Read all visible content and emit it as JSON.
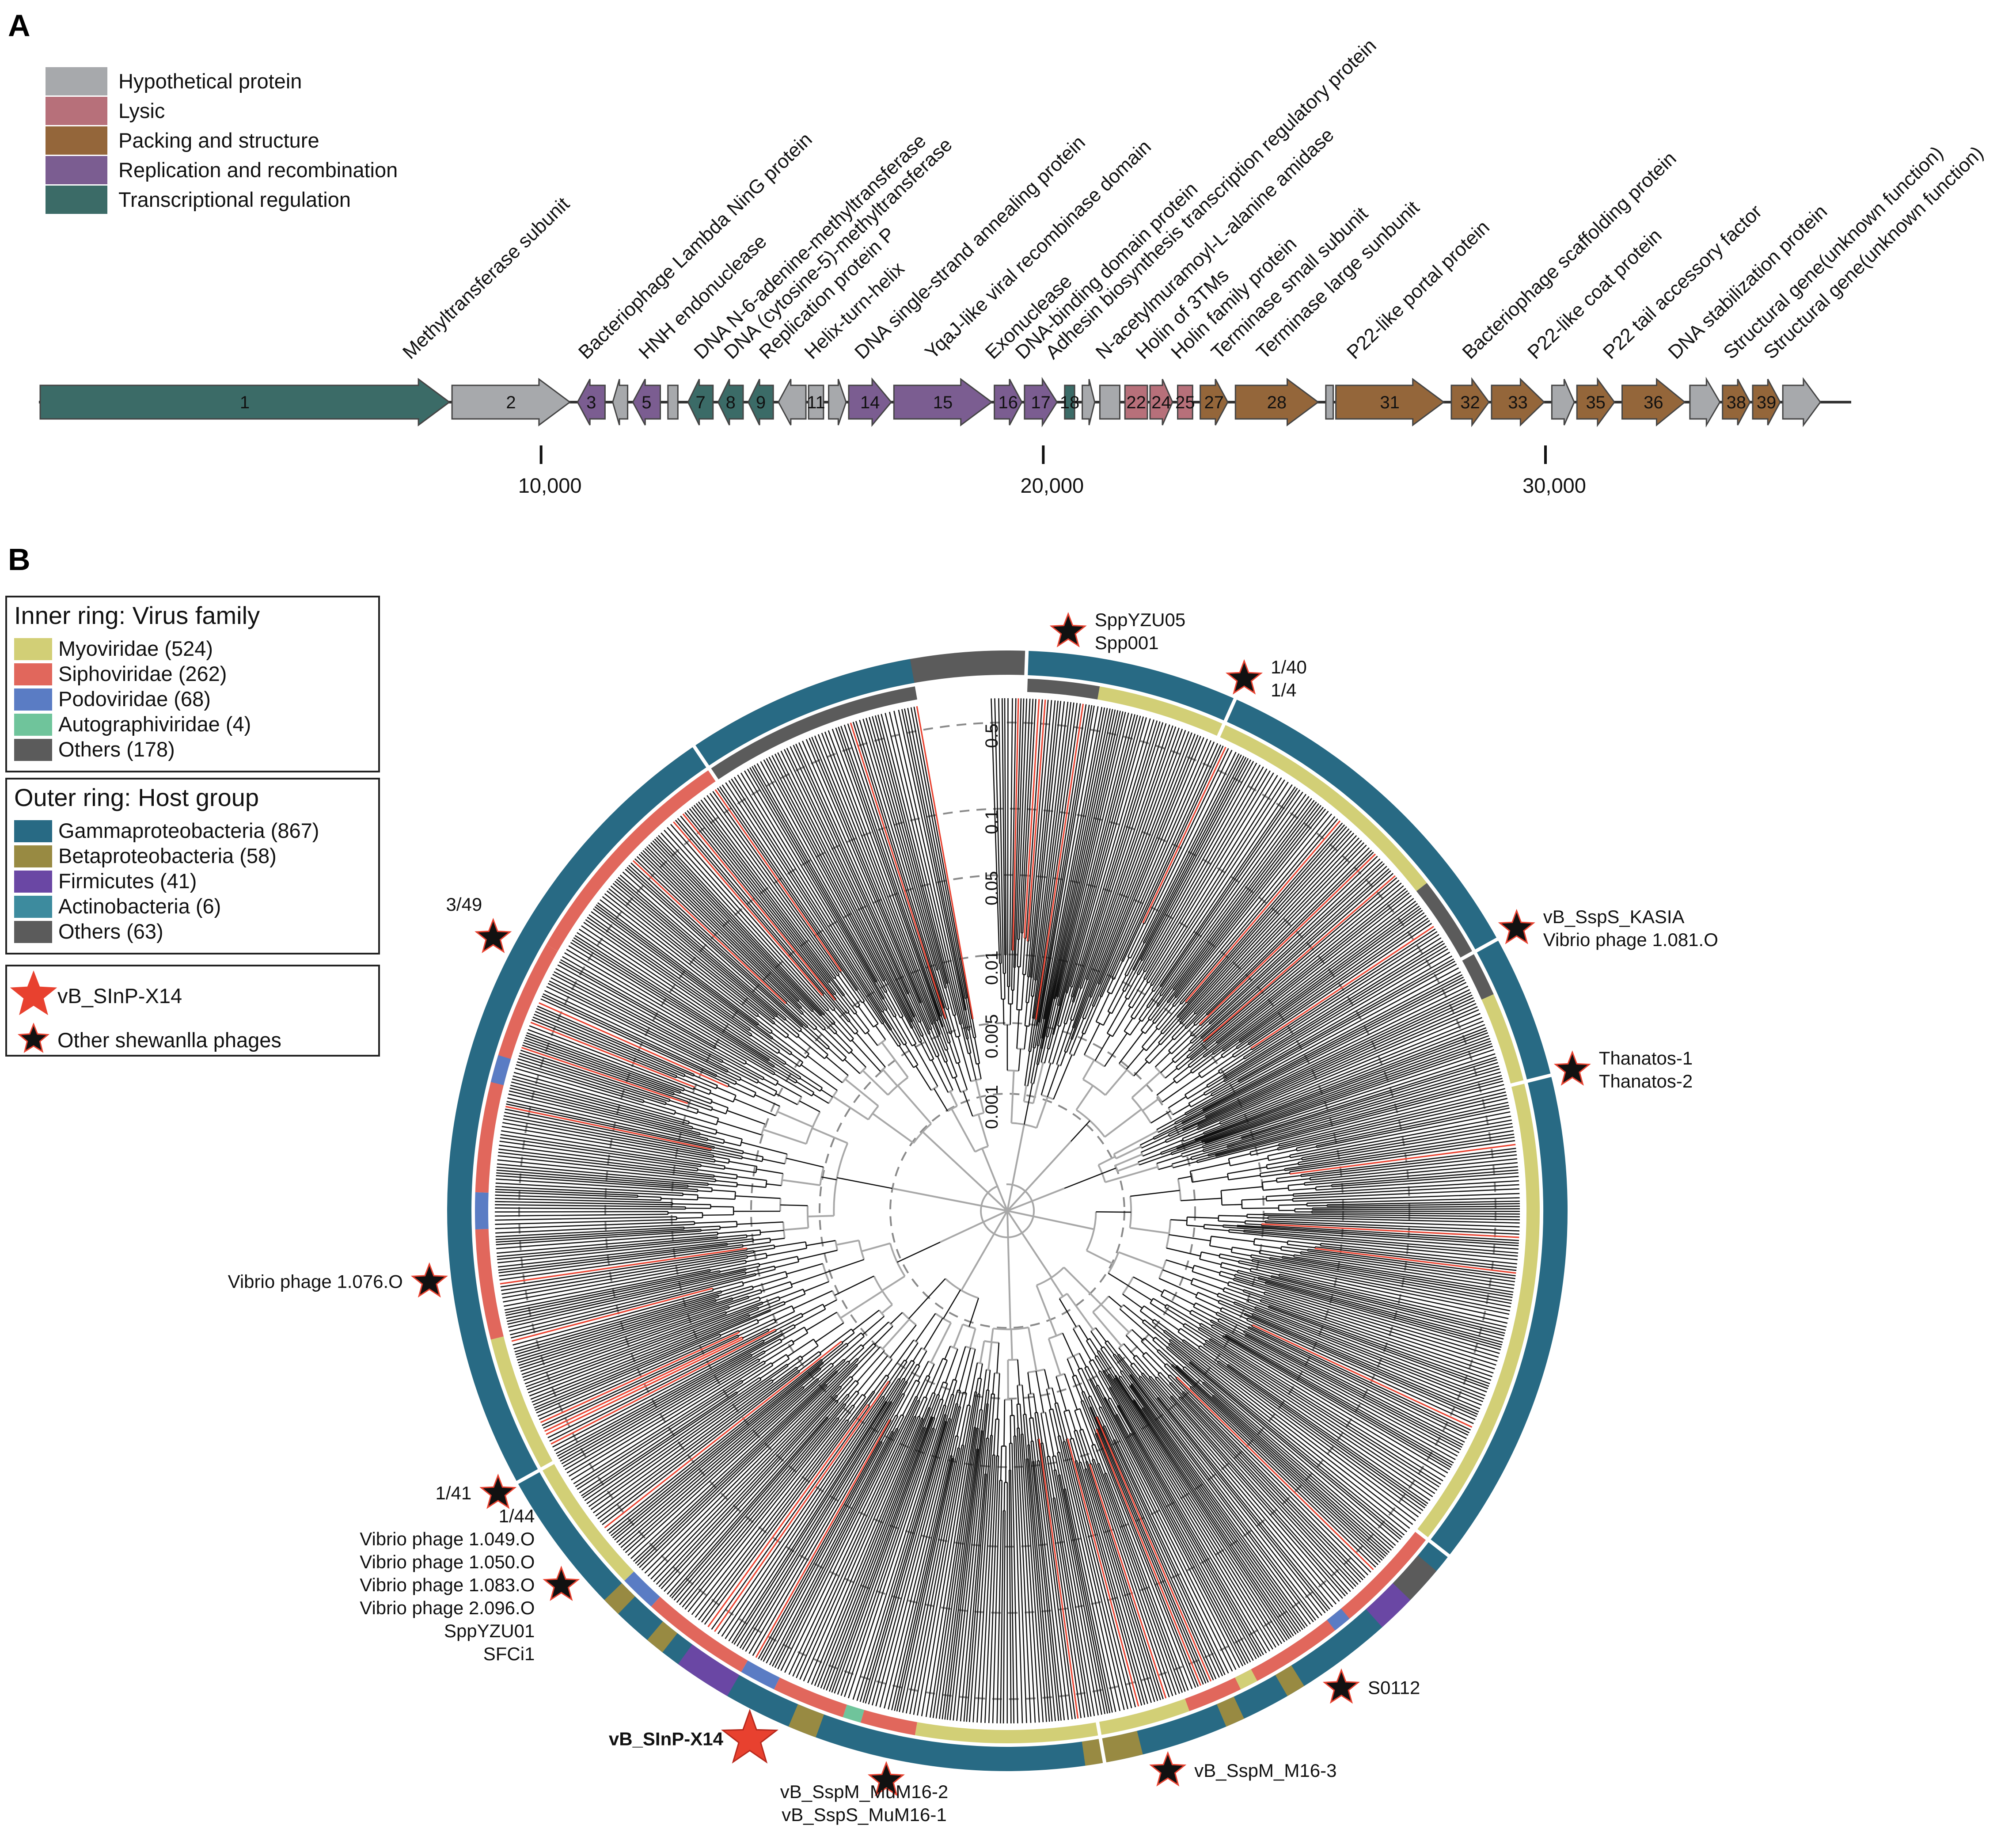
{
  "panel_a": {
    "label": "A",
    "legend": [
      {
        "label": "Hypothetical protein",
        "color": "#a7a9ac"
      },
      {
        "label": "Lysic",
        "color": "#b7707a"
      },
      {
        "label": "Packing and structure",
        "color": "#94663a"
      },
      {
        "label": "Replication and recombination",
        "color": "#7b5d91"
      },
      {
        "label": "Transcriptional regulation",
        "color": "#3b6b67"
      }
    ],
    "genome_start": 0,
    "genome_end": 36000,
    "ticks": [
      {
        "value": 10000,
        "label": "10,000"
      },
      {
        "value": 20000,
        "label": "20,000"
      },
      {
        "value": 30000,
        "label": "30,000"
      }
    ],
    "genes": [
      {
        "num": "1",
        "start": 0,
        "end": 8200,
        "strand": "+",
        "type": "transcriptional"
      },
      {
        "num": "2",
        "start": 8200,
        "end": 10600,
        "strand": "+",
        "type": "hypothetical"
      },
      {
        "num": "3",
        "start": 10700,
        "end": 11300,
        "strand": "-",
        "type": "replication"
      },
      {
        "num": "",
        "start": 11400,
        "end": 11750,
        "strand": "-",
        "type": "hypothetical"
      },
      {
        "num": "5",
        "start": 11800,
        "end": 12400,
        "strand": "-",
        "type": "replication"
      },
      {
        "num": "",
        "start": 12500,
        "end": 12750,
        "strand": "o",
        "type": "hypothetical"
      },
      {
        "num": "7",
        "start": 12900,
        "end": 13450,
        "strand": "-",
        "type": "transcriptional"
      },
      {
        "num": "8",
        "start": 13500,
        "end": 14050,
        "strand": "-",
        "type": "transcriptional"
      },
      {
        "num": "9",
        "start": 14100,
        "end": 14650,
        "strand": "-",
        "type": "transcriptional"
      },
      {
        "num": "",
        "start": 14700,
        "end": 15300,
        "strand": "-",
        "type": "hypothetical"
      },
      {
        "num": "11",
        "start": 15300,
        "end": 15650,
        "strand": "o",
        "type": "hypothetical"
      },
      {
        "num": "",
        "start": 15700,
        "end": 16100,
        "strand": "+",
        "type": "hypothetical"
      },
      {
        "num": "14",
        "start": 16100,
        "end": 17000,
        "strand": "+",
        "type": "replication"
      },
      {
        "num": "15",
        "start": 17000,
        "end": 19000,
        "strand": "+",
        "type": "replication"
      },
      {
        "num": "16",
        "start": 19000,
        "end": 19600,
        "strand": "+",
        "type": "replication"
      },
      {
        "num": "17",
        "start": 19600,
        "end": 20300,
        "strand": "+",
        "type": "replication"
      },
      {
        "num": "18",
        "start": 20400,
        "end": 20650,
        "strand": "o",
        "type": "transcriptional"
      },
      {
        "num": "",
        "start": 20750,
        "end": 21050,
        "strand": "+",
        "type": "hypothetical"
      },
      {
        "num": "",
        "start": 21100,
        "end": 21550,
        "strand": "o",
        "type": "hypothetical"
      },
      {
        "num": "22",
        "start": 21600,
        "end": 22100,
        "strand": "o",
        "type": "lysic"
      },
      {
        "num": "24",
        "start": 22100,
        "end": 22600,
        "strand": "+",
        "type": "lysic"
      },
      {
        "num": "25",
        "start": 22650,
        "end": 23000,
        "strand": "o",
        "type": "lysic"
      },
      {
        "num": "27",
        "start": 23100,
        "end": 23700,
        "strand": "+",
        "type": "packing"
      },
      {
        "num": "28",
        "start": 23800,
        "end": 25500,
        "strand": "+",
        "type": "packing"
      },
      {
        "num": "",
        "start": 25600,
        "end": 25800,
        "strand": "o",
        "type": "hypothetical"
      },
      {
        "num": "31",
        "start": 25800,
        "end": 28000,
        "strand": "+",
        "type": "packing"
      },
      {
        "num": "32",
        "start": 28100,
        "end": 28900,
        "strand": "+",
        "type": "packing"
      },
      {
        "num": "33",
        "start": 28900,
        "end": 30000,
        "strand": "+",
        "type": "packing"
      },
      {
        "num": "",
        "start": 30100,
        "end": 30600,
        "strand": "+",
        "type": "hypothetical"
      },
      {
        "num": "35",
        "start": 30600,
        "end": 31400,
        "strand": "+",
        "type": "packing"
      },
      {
        "num": "36",
        "start": 31500,
        "end": 32800,
        "strand": "+",
        "type": "packing"
      },
      {
        "num": "",
        "start": 32850,
        "end": 33500,
        "strand": "+",
        "type": "hypothetical"
      },
      {
        "num": "38",
        "start": 33500,
        "end": 34100,
        "strand": "+",
        "type": "packing"
      },
      {
        "num": "39",
        "start": 34100,
        "end": 34700,
        "strand": "+",
        "type": "packing"
      },
      {
        "num": "",
        "start": 34700,
        "end": 35500,
        "strand": "+",
        "type": "hypothetical"
      }
    ],
    "annotations": [
      {
        "pos": 7400,
        "text": "Methyltransferase subunit"
      },
      {
        "pos": 10900,
        "text": "Bacteriophage Lambda NinG protein"
      },
      {
        "pos": 12100,
        "text": "HNH endonuclease"
      },
      {
        "pos": 13200,
        "text": "DNA N-6-adenine-methyltransferase"
      },
      {
        "pos": 13800,
        "text": "DNA (cytosine-5)-methyltransferase"
      },
      {
        "pos": 14500,
        "text": "Replication protein P"
      },
      {
        "pos": 15400,
        "text": "Helix-turn-helix"
      },
      {
        "pos": 16400,
        "text": "DNA single-strand annealing protein"
      },
      {
        "pos": 17800,
        "text": "YqaJ-like viral recombinase domain"
      },
      {
        "pos": 19000,
        "text": "Exonuclease"
      },
      {
        "pos": 19600,
        "text": "DNA-binding domain protein"
      },
      {
        "pos": 20200,
        "text": "Adhesin biosynthesis transcription regulatory protein"
      },
      {
        "pos": 21200,
        "text": "N-acetylmuramoyl-L-alanine amidase"
      },
      {
        "pos": 22000,
        "text": "Holin of 3TMs"
      },
      {
        "pos": 22700,
        "text": "Holin family protein"
      },
      {
        "pos": 23500,
        "text": "Terminase small subunit"
      },
      {
        "pos": 24400,
        "text": "Terminase large sunbunit"
      },
      {
        "pos": 26200,
        "text": "P22-like portal protein"
      },
      {
        "pos": 28500,
        "text": "Bacteriophage scaffolding protein"
      },
      {
        "pos": 29800,
        "text": "P22-like coat protein"
      },
      {
        "pos": 31300,
        "text": "P22 tail accessory factor"
      },
      {
        "pos": 32600,
        "text": "DNA stabilization protein"
      },
      {
        "pos": 33700,
        "text": "Structural gene(unknown function)"
      },
      {
        "pos": 34500,
        "text": "Structural gene(unknown function)"
      }
    ]
  },
  "panel_b": {
    "label": "B",
    "inner_legend": {
      "title": "Inner ring: Virus family",
      "items": [
        {
          "label": "Myoviridae (524)",
          "color": "#d2cf76"
        },
        {
          "label": "Siphoviridae (262)",
          "color": "#e1675c"
        },
        {
          "label": "Podoviridae (68)",
          "color": "#5a7cc4"
        },
        {
          "label": "Autographiviridae (4)",
          "color": "#6fc49b"
        },
        {
          "label": "Others (178)",
          "color": "#5b5b5b"
        }
      ]
    },
    "outer_legend": {
      "title": "Outer ring: Host group",
      "items": [
        {
          "label": "Gammaproteobacteria (867)",
          "color": "#286a84"
        },
        {
          "label": "Betaproteobacteria (58)",
          "color": "#988a42"
        },
        {
          "label": "Firmicutes (41)",
          "color": "#6a47a4"
        },
        {
          "label": "Actinobacteria (6)",
          "color": "#3d8b9e"
        },
        {
          "label": "Others (63)",
          "color": "#5b5b5b"
        }
      ]
    },
    "marker_legend": [
      {
        "label": "vB_SInP-X14",
        "color": "#e8412f"
      },
      {
        "label": "Other shewanlla phages",
        "color": "#111111"
      }
    ],
    "scale_labels": [
      {
        "value": "0.5",
        "r": 1105
      },
      {
        "value": "0.1",
        "r": 910
      },
      {
        "value": "0.05",
        "r": 760
      },
      {
        "value": "0.01",
        "r": 580
      },
      {
        "value": "0.005",
        "r": 425
      },
      {
        "value": "0.001",
        "r": 265
      }
    ],
    "ring_segments": [
      {
        "ring": "outer",
        "from": -40,
        "to": 2,
        "color": "#5b5b5b"
      },
      {
        "ring": "outer",
        "from": 2,
        "to": 350,
        "color": "#286a84"
      },
      {
        "ring": "outer",
        "from": 130,
        "to": 134,
        "color": "#5b5b5b"
      },
      {
        "ring": "outer",
        "from": 134,
        "to": 138,
        "color": "#6a47a4"
      },
      {
        "ring": "outer",
        "from": 148,
        "to": 150,
        "color": "#988a42"
      },
      {
        "ring": "outer",
        "from": 155,
        "to": 157,
        "color": "#988a42"
      },
      {
        "ring": "outer",
        "from": 166,
        "to": 172,
        "color": "#988a42"
      },
      {
        "ring": "outer",
        "from": 200,
        "to": 203,
        "color": "#988a42"
      },
      {
        "ring": "outer",
        "from": 210,
        "to": 216,
        "color": "#6a47a4"
      },
      {
        "ring": "outer",
        "from": 218,
        "to": 220,
        "color": "#988a42"
      },
      {
        "ring": "outer",
        "from": 224,
        "to": 226,
        "color": "#988a42"
      },
      {
        "ring": "inner",
        "from": 2,
        "to": 10,
        "color": "#5b5b5b"
      },
      {
        "ring": "inner",
        "from": 10,
        "to": 52,
        "color": "#d2cf76"
      },
      {
        "ring": "inner",
        "from": 52,
        "to": 66,
        "color": "#5b5b5b"
      },
      {
        "ring": "inner",
        "from": 66,
        "to": 128,
        "color": "#d2cf76"
      },
      {
        "ring": "inner",
        "from": 128,
        "to": 160,
        "color": "#e1675c"
      },
      {
        "ring": "inner",
        "from": 140,
        "to": 142,
        "color": "#5a7cc4"
      },
      {
        "ring": "inner",
        "from": 152,
        "to": 154,
        "color": "#d2cf76"
      },
      {
        "ring": "inner",
        "from": 160,
        "to": 190,
        "color": "#d2cf76"
      },
      {
        "ring": "inner",
        "from": 190,
        "to": 196,
        "color": "#e1675c"
      },
      {
        "ring": "inner",
        "from": 196,
        "to": 198,
        "color": "#6fc49b"
      },
      {
        "ring": "inner",
        "from": 198,
        "to": 206,
        "color": "#e1675c"
      },
      {
        "ring": "inner",
        "from": 206,
        "to": 210,
        "color": "#5a7cc4"
      },
      {
        "ring": "inner",
        "from": 210,
        "to": 222,
        "color": "#e1675c"
      },
      {
        "ring": "inner",
        "from": 222,
        "to": 226,
        "color": "#5a7cc4"
      },
      {
        "ring": "inner",
        "from": 226,
        "to": 256,
        "color": "#d2cf76"
      },
      {
        "ring": "inner",
        "from": 256,
        "to": 268,
        "color": "#e1675c"
      },
      {
        "ring": "inner",
        "from": 268,
        "to": 272,
        "color": "#5a7cc4"
      },
      {
        "ring": "inner",
        "from": 272,
        "to": 300,
        "color": "#e1675c"
      },
      {
        "ring": "inner",
        "from": 284,
        "to": 287,
        "color": "#5a7cc4"
      },
      {
        "ring": "inner",
        "from": 300,
        "to": 326,
        "color": "#e1675c"
      },
      {
        "ring": "inner",
        "from": 326,
        "to": 350,
        "color": "#5b5b5b"
      }
    ],
    "markers": [
      {
        "angle": 6,
        "type": "other",
        "labels": [
          "SppYZU05",
          "Spp001"
        ],
        "side": "right"
      },
      {
        "angle": 24,
        "type": "other",
        "labels": [
          "1/40",
          "1/4"
        ],
        "side": "right"
      },
      {
        "angle": 61,
        "type": "other",
        "labels": [
          "vB_SspS_KASIA",
          "Vibrio phage 1.081.O"
        ],
        "side": "right"
      },
      {
        "angle": 76,
        "type": "other",
        "labels": [
          "Thanatos-1",
          "Thanatos-2"
        ],
        "side": "right"
      },
      {
        "angle": 145,
        "type": "other",
        "labels": [
          "S0112"
        ],
        "side": "right"
      },
      {
        "angle": 164,
        "type": "other",
        "labels": [
          "vB_SspM_M16-3"
        ],
        "side": "right"
      },
      {
        "angle": 192,
        "type": "other",
        "labels": [
          "vB_SspM_MuM16-2",
          "vB_SspS_MuM16-1"
        ],
        "side": "below"
      },
      {
        "angle": 206,
        "type": "x14",
        "labels": [
          "vB_SInP-X14"
        ],
        "side": "left"
      },
      {
        "angle": 230,
        "type": "other",
        "labels": [
          "1/44",
          "Vibrio phage 1.049.O",
          "Vibrio phage 1.050.O",
          "Vibrio phage 1.083.O",
          "Vibrio phage 2.096.O",
          "SppYZU01",
          "SFCi1"
        ],
        "side": "left"
      },
      {
        "angle": 241,
        "type": "other",
        "labels": [
          "1/41"
        ],
        "side": "left"
      },
      {
        "angle": 263,
        "type": "other",
        "labels": [
          "Vibrio phage 1.076.O"
        ],
        "side": "left"
      },
      {
        "angle": 298,
        "type": "other",
        "labels": [
          "3/49"
        ],
        "side": "above"
      }
    ]
  }
}
